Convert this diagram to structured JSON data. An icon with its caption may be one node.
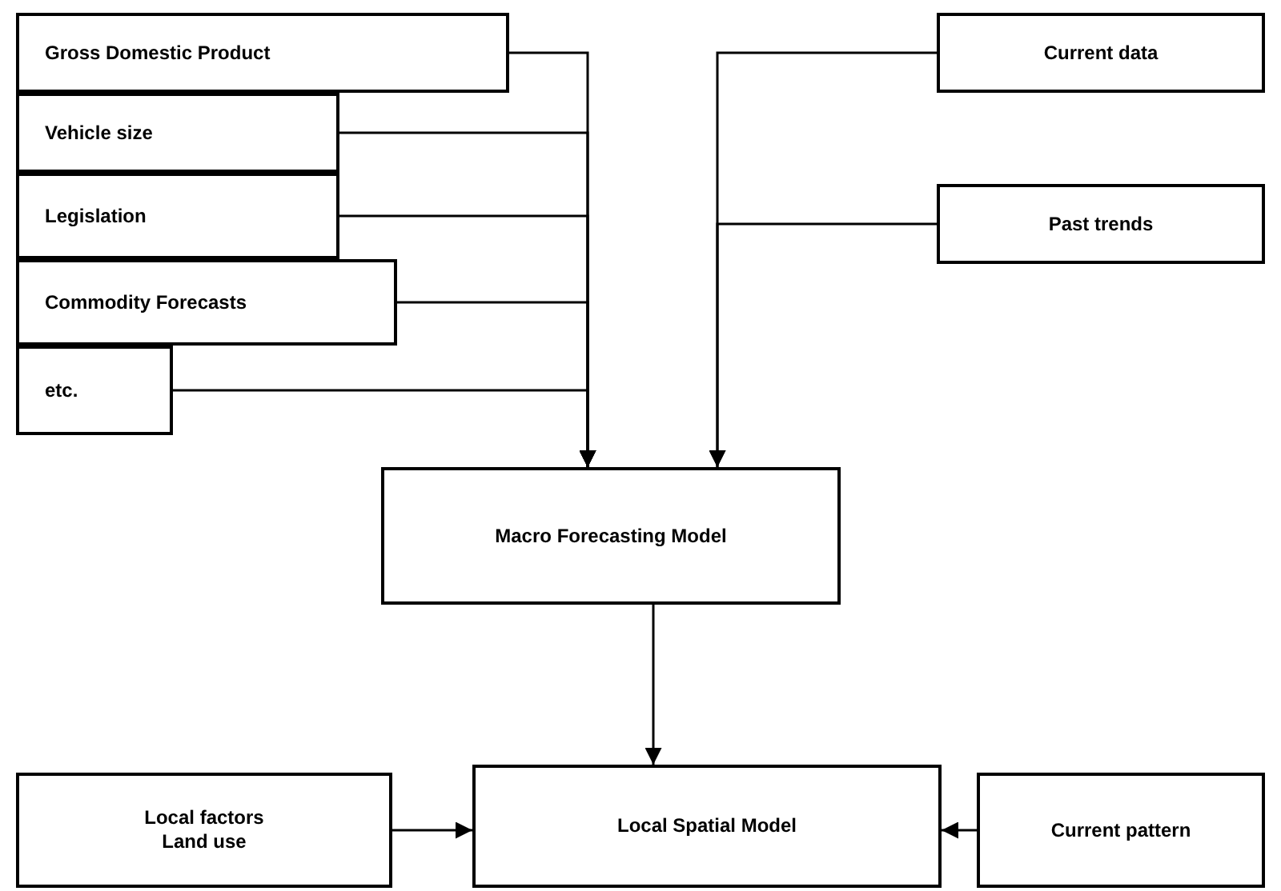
{
  "diagram": {
    "nodes": [
      {
        "text": [
          "Gross Domestic Product"
        ]
      },
      {
        "text": [
          "Vehicle size"
        ]
      },
      {
        "text": [
          "Legislation"
        ]
      },
      {
        "text": [
          "Commodity Forecasts"
        ]
      },
      {
        "text": [
          "etc."
        ]
      },
      {
        "text": [
          "Current data"
        ]
      },
      {
        "text": [
          "Past trends"
        ]
      },
      {
        "text": [
          "Macro Forecasting Model"
        ]
      },
      {
        "text": [
          "Local factors",
          "Land use"
        ]
      },
      {
        "text": [
          "Local Spatial Model"
        ]
      },
      {
        "text": [
          "Current pattern"
        ]
      }
    ],
    "edges": [
      {
        "from": 0,
        "to": 7,
        "arrow": "to"
      },
      {
        "from": 1,
        "to": 7,
        "arrow": "to"
      },
      {
        "from": 2,
        "to": 7,
        "arrow": "to"
      },
      {
        "from": 3,
        "to": 7,
        "arrow": "to"
      },
      {
        "from": 4,
        "to": 7,
        "arrow": "to"
      },
      {
        "from": 5,
        "to": 7,
        "arrow": "to"
      },
      {
        "from": 6,
        "to": 7,
        "arrow": "to"
      },
      {
        "from": 7,
        "to": 9,
        "arrow": "to"
      },
      {
        "from": 8,
        "to": 9,
        "arrow": "to"
      },
      {
        "from": 10,
        "to": 9,
        "arrow": "to"
      }
    ]
  }
}
